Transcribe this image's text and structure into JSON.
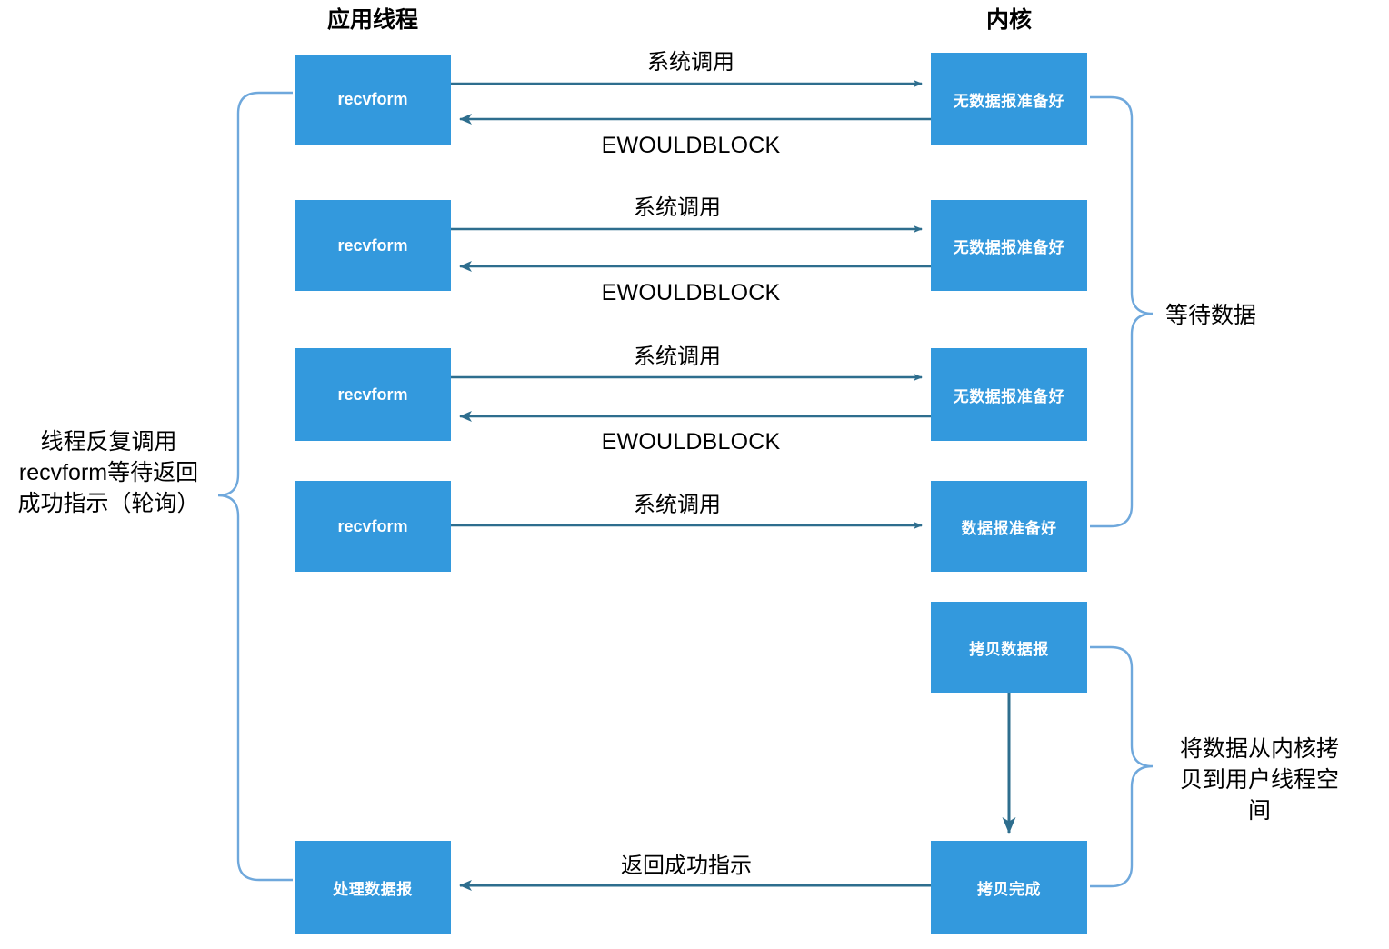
{
  "diagram": {
    "title_columns": {
      "app_thread": "应用线程",
      "kernel": "内核"
    },
    "colors": {
      "node_fill": "#3399dd",
      "node_text": "#ffffff",
      "arrow": "#2e6e8e",
      "brace": "#6fa8dc",
      "background": "#ffffff",
      "label_text": "#000000"
    },
    "nodes": {
      "app": [
        {
          "id": "recvform-1",
          "label": "recvform"
        },
        {
          "id": "recvform-2",
          "label": "recvform"
        },
        {
          "id": "recvform-3",
          "label": "recvform"
        },
        {
          "id": "recvform-4",
          "label": "recvform"
        },
        {
          "id": "process-datagram",
          "label": "处理数据报"
        }
      ],
      "kernel": [
        {
          "id": "no-data-ready-1",
          "label": "无数据报准备好"
        },
        {
          "id": "no-data-ready-2",
          "label": "无数据报准备好"
        },
        {
          "id": "no-data-ready-3",
          "label": "无数据报准备好"
        },
        {
          "id": "data-ready",
          "label": "数据报准备好"
        },
        {
          "id": "copy-datagram",
          "label": "拷贝数据报"
        },
        {
          "id": "copy-complete",
          "label": "拷贝完成"
        }
      ]
    },
    "edges": [
      {
        "id": "syscall-1",
        "label": "系统调用",
        "direction": "right"
      },
      {
        "id": "ewouldblock-1",
        "label": "EWOULDBLOCK",
        "direction": "left"
      },
      {
        "id": "syscall-2",
        "label": "系统调用",
        "direction": "right"
      },
      {
        "id": "ewouldblock-2",
        "label": "EWOULDBLOCK",
        "direction": "left"
      },
      {
        "id": "syscall-3",
        "label": "系统调用",
        "direction": "right"
      },
      {
        "id": "ewouldblock-3",
        "label": "EWOULDBLOCK",
        "direction": "left"
      },
      {
        "id": "syscall-4",
        "label": "系统调用",
        "direction": "right"
      },
      {
        "id": "copy-down",
        "label": "",
        "direction": "down"
      },
      {
        "id": "return-success",
        "label": "返回成功指示",
        "direction": "left"
      }
    ],
    "annotations": {
      "left": "线程反复调用recvform等待返回成功指示（轮询）",
      "right_top": "等待数据",
      "right_bottom": "将数据从内核拷贝到用户线程空间"
    }
  }
}
